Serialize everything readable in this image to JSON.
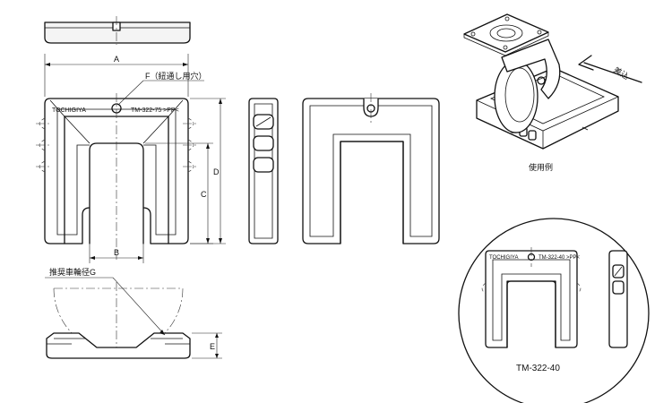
{
  "dimensions": {
    "a": "A",
    "b": "B",
    "c": "C",
    "d": "D",
    "e": "E"
  },
  "callouts": {
    "hole": "F（紐通し用穴）",
    "wheel_diameter": "推奨車輪径G"
  },
  "brand_mark": "TOCHIGIYA",
  "model_mark_main": "TM-322-75 >PP<",
  "model_mark_small": "TM-322-40 >PP<",
  "example_label": "使用例",
  "insertion_label": "差込",
  "small_model_caption": "TM-322-40"
}
